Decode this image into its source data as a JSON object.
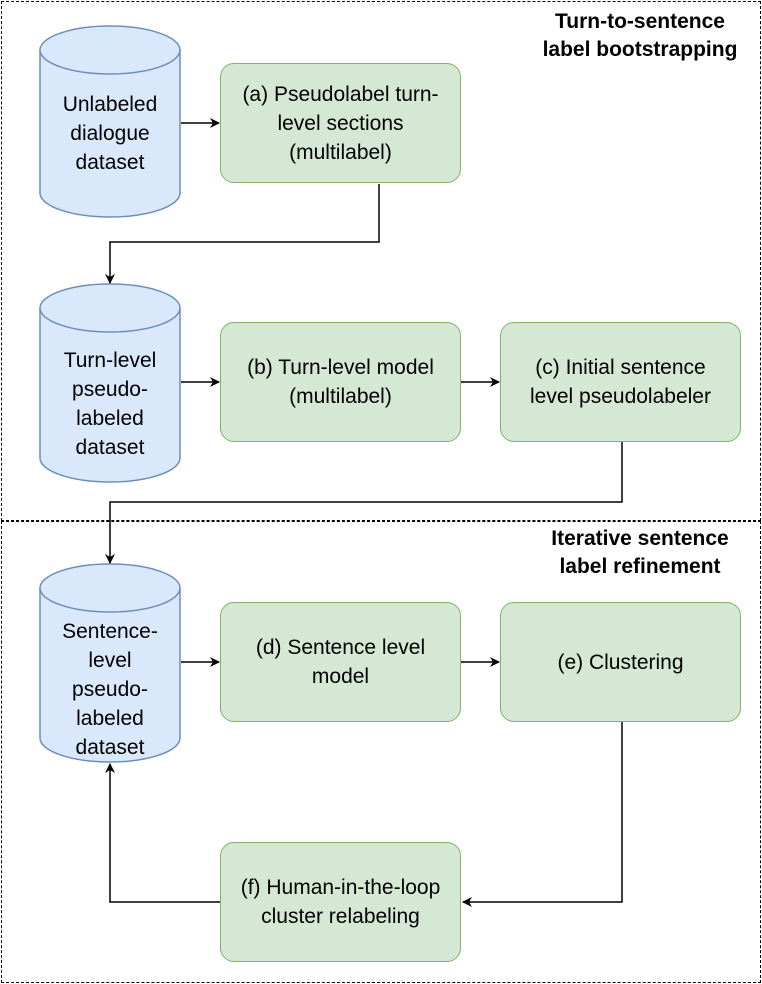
{
  "sections": {
    "top_title": "Turn-to-sentence\nlabel bootstrapping",
    "bottom_title": "Iterative sentence\nlabel refinement"
  },
  "datastores": {
    "unlabeled": "Unlabeled\ndialogue\ndataset",
    "turn_level": "Turn-level\npseudo-\nlabeled\ndataset",
    "sentence_level": "Sentence-\nlevel\npseudo-\nlabeled\ndataset"
  },
  "steps": {
    "a": "(a) Pseudolabel turn-\nlevel sections\n(multilabel)",
    "b": "(b) Turn-level model\n(multilabel)",
    "c": "(c) Initial sentence\nlevel pseudolabeler",
    "d": "(d) Sentence level\nmodel",
    "e": "(e) Clustering",
    "f": "(f) Human-in-the-loop\ncluster relabeling"
  },
  "colors": {
    "process_fill": "#d5e8d4",
    "process_stroke": "#82b366",
    "datastore_fill": "#dae8fc",
    "datastore_stroke": "#6c8ebf"
  }
}
